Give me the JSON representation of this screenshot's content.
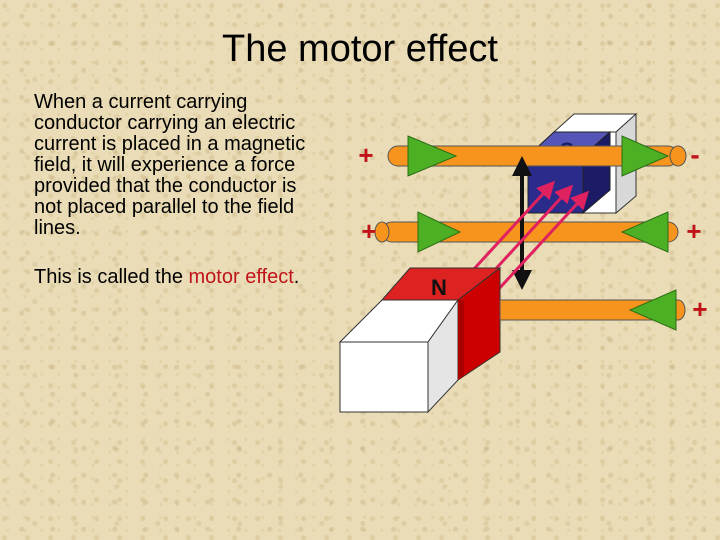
{
  "slide": {
    "title": "The motor effect",
    "paragraph1": "When a current carrying conductor carrying an electric current is placed in a magnetic field, it will experience a force provided that the conductor is not placed parallel to the field lines.",
    "paragraph2_before": "This is called the ",
    "paragraph2_highlight": "motor effect",
    "paragraph2_after": "."
  },
  "diagram": {
    "magnet_north_label": "N",
    "magnet_south_label": "S",
    "wire1_left_sign": "+",
    "wire1_right_sign": "-",
    "wire2_left_sign": "+",
    "wire2_right_sign": "+",
    "wire3_right_sign": "+",
    "colors": {
      "wire": "#f7941d",
      "arrow": "#4caf24",
      "field_line": "#e0215f",
      "north_face": "#cc0000",
      "south_face": "#2b2b8c",
      "sign": "#c0141a"
    }
  }
}
